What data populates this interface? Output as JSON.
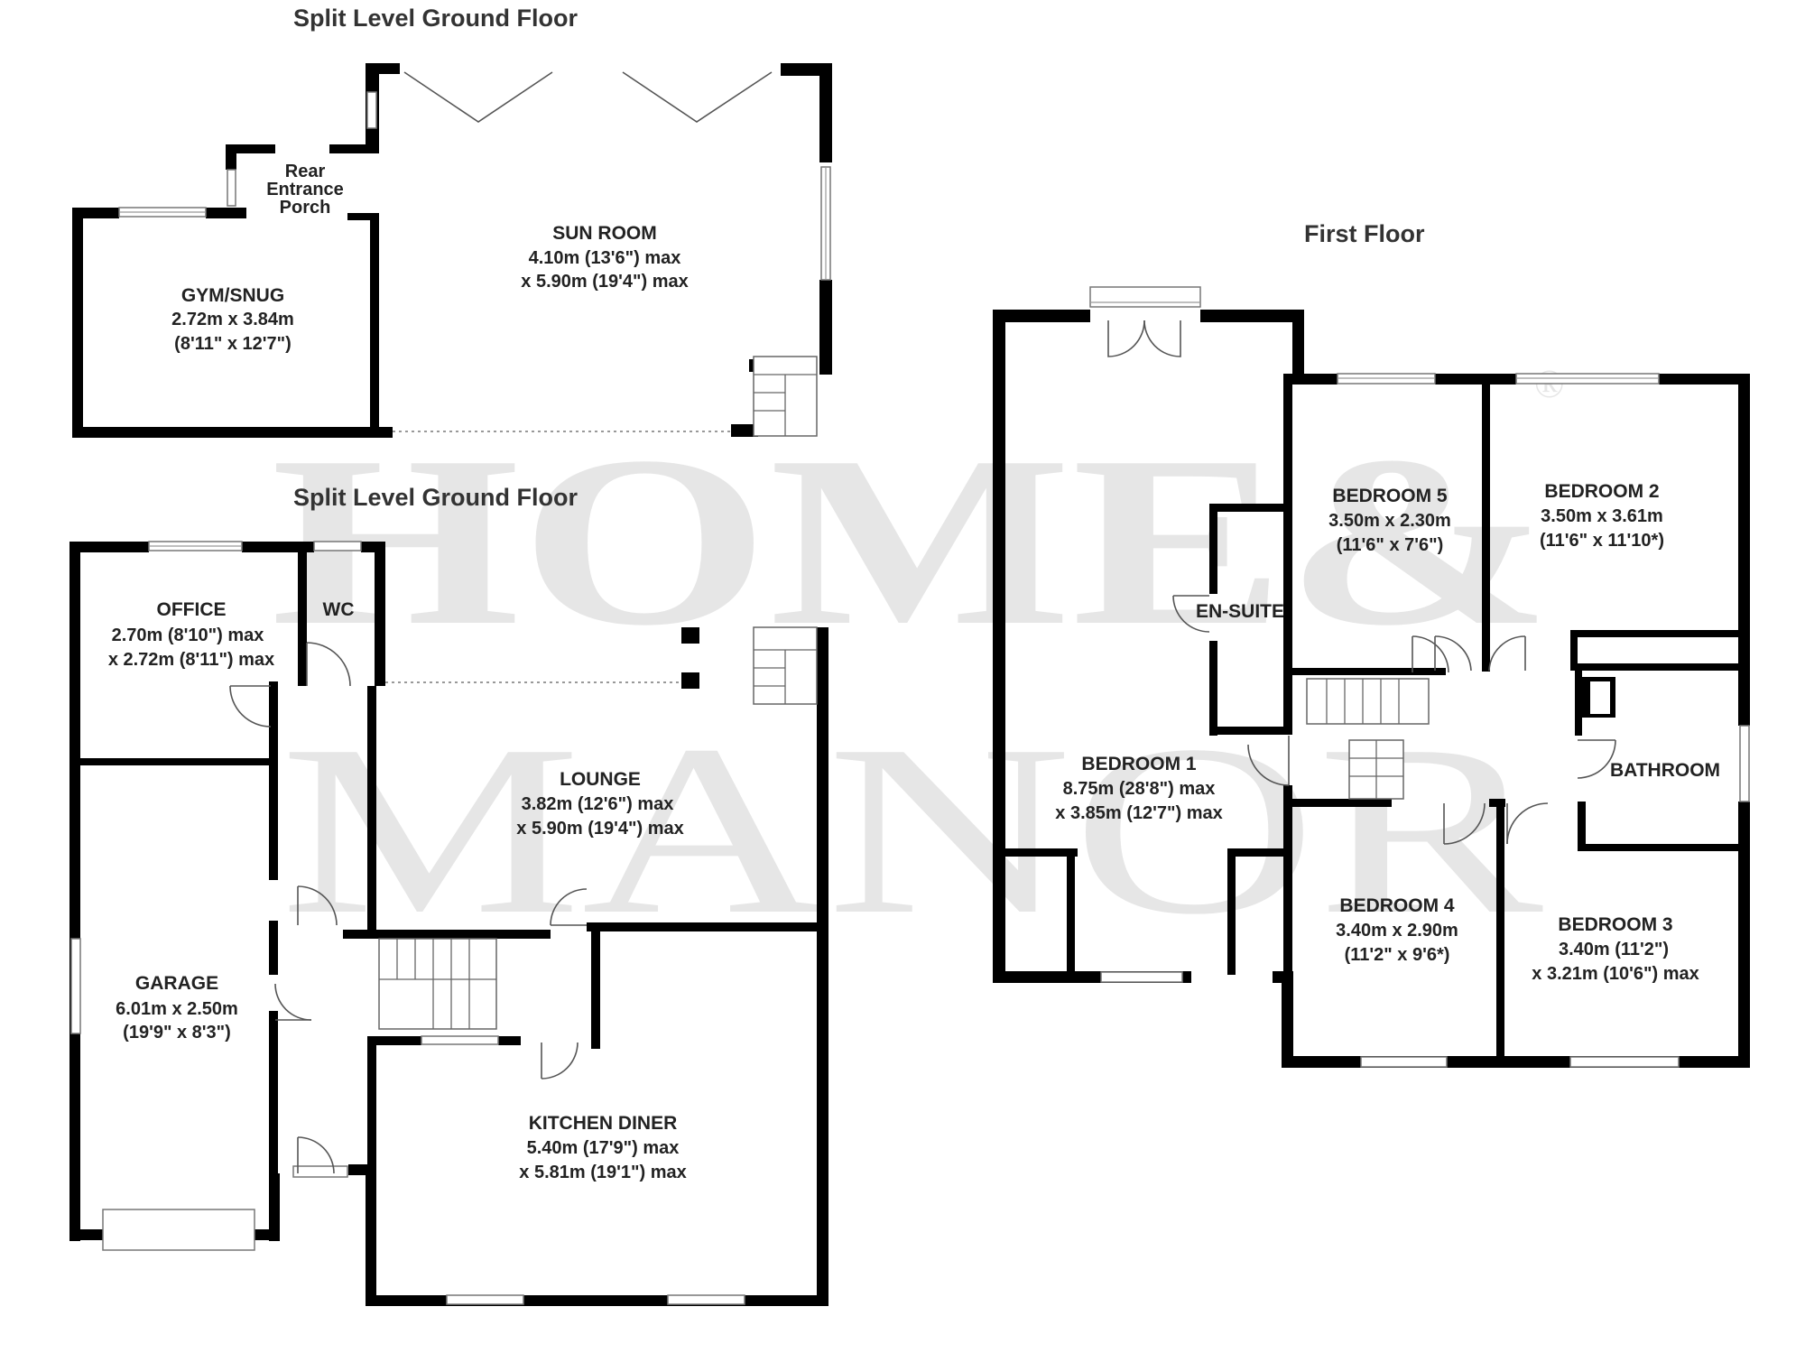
{
  "watermark": {
    "line1": "HOME&",
    "line2": "MANOR",
    "registered_mark": "®"
  },
  "floors": {
    "upper_split": {
      "title": "Split Level Ground Floor"
    },
    "lower_split": {
      "title": "Split Level Ground Floor"
    },
    "first": {
      "title": "First Floor"
    }
  },
  "rooms": {
    "rear_porch": {
      "name_lines": [
        "Rear",
        "Entrance",
        "Porch"
      ]
    },
    "gym": {
      "name": "GYM/SNUG",
      "dim1": "2.72m x 3.84m",
      "dim2": "(8'11\" x 12'7\")"
    },
    "sun_room": {
      "name": "SUN ROOM",
      "dim1": "4.10m (13'6\") max",
      "dim2": "x 5.90m (19'4\") max"
    },
    "office": {
      "name": "OFFICE",
      "dim1": "2.70m (8'10\") max",
      "dim2": "x 2.72m (8'11\") max"
    },
    "wc": {
      "name": "WC"
    },
    "lounge": {
      "name": "LOUNGE",
      "dim1": "3.82m (12'6\") max",
      "dim2": "x 5.90m (19'4\") max"
    },
    "garage": {
      "name": "GARAGE",
      "dim1": "6.01m x 2.50m",
      "dim2": "(19'9\" x 8'3\")"
    },
    "kitchen": {
      "name": "KITCHEN DINER",
      "dim1": "5.40m (17'9\") max",
      "dim2": "x 5.81m (19'1\") max"
    },
    "bedroom1": {
      "name": "BEDROOM 1",
      "dim1": "8.75m (28'8\") max",
      "dim2": "x 3.85m (12'7\") max"
    },
    "ensuite": {
      "name": "EN-SUITE"
    },
    "bedroom5": {
      "name": "BEDROOM 5",
      "dim1": "3.50m x 2.30m",
      "dim2": "(11'6\" x 7'6\")"
    },
    "bedroom2": {
      "name": "BEDROOM 2",
      "dim1": "3.50m x 3.61m",
      "dim2": "(11'6\" x 11'10*)"
    },
    "bathroom": {
      "name": "BATHROOM"
    },
    "bedroom4": {
      "name": "BEDROOM 4",
      "dim1": "3.40m x 2.90m",
      "dim2": "(11'2\" x 9'6*)"
    },
    "bedroom3": {
      "name": "BEDROOM 3",
      "dim1": "3.40m (11'2\")",
      "dim2": "x 3.21m (10'6\") max"
    }
  }
}
